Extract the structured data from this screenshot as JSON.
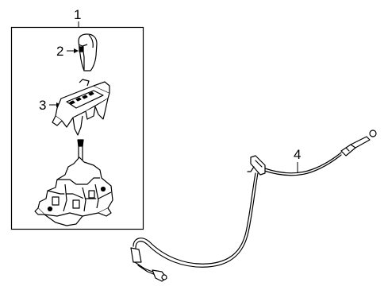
{
  "callouts": [
    {
      "id": "1",
      "label": "1"
    },
    {
      "id": "2",
      "label": "2"
    },
    {
      "id": "3",
      "label": "3"
    },
    {
      "id": "4",
      "label": "4"
    }
  ],
  "parts": {
    "shift_knob": "shift-knob",
    "shift_indicator_bezel": "shift-indicator-bezel",
    "shifter_base_assembly": "shifter-base-assembly",
    "shift_control_cable": "shift-control-cable"
  },
  "colors": {
    "line": "#000000",
    "background": "#ffffff"
  }
}
